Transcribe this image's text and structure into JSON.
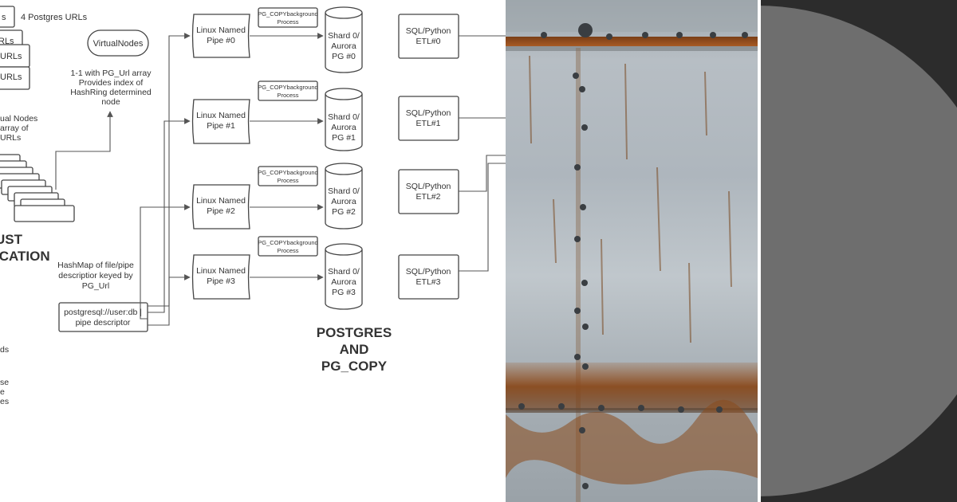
{
  "diagram": {
    "top_left": {
      "stub": "s",
      "urls_label": "4 Postgres URLs",
      "stack": [
        "RLs",
        "URLs",
        "URLs"
      ]
    },
    "virtual_nodes": {
      "label": "VirtualNodes",
      "note": [
        "1-1 with PG_Url array",
        "Provides index of",
        "HashRing determined",
        "node"
      ]
    },
    "vn_note": [
      "ual Nodes",
      "array of",
      "URLs"
    ],
    "app_title": [
      "UST",
      "ICATION"
    ],
    "hashmap_note": [
      "HashMap of file/pipe",
      "descriptior keyed by",
      "PG_Url"
    ],
    "pg_box": [
      "postgresql://user:db |",
      "pipe descriptor"
    ],
    "left_fragments": [
      "ds",
      "se",
      "e",
      "es"
    ],
    "copy_process": [
      "PG_COPYbackground",
      "Process"
    ],
    "pipes": [
      [
        "Linux Named",
        "Pipe #0"
      ],
      [
        "Linux Named",
        "Pipe #1"
      ],
      [
        "Linux Named",
        "Pipe #2"
      ],
      [
        "Linux Named",
        "Pipe #3"
      ]
    ],
    "shards": [
      [
        "Shard 0/",
        "Aurora",
        "PG #0"
      ],
      [
        "Shard 0/",
        "Aurora",
        "PG #1"
      ],
      [
        "Shard 0/",
        "Aurora",
        "PG #2"
      ],
      [
        "Shard 0/",
        "Aurora",
        "PG #3"
      ]
    ],
    "etl": [
      [
        "SQL/Python",
        "ETL#0"
      ],
      [
        "SQL/Python",
        "ETL#1"
      ],
      [
        "SQL/Python",
        "ETL#2"
      ],
      [
        "SQL/Python",
        "ETL#3"
      ]
    ],
    "postgres_title": [
      "POSTGRES",
      "AND",
      "PG_COPY"
    ]
  },
  "colors": {
    "line": "#555555",
    "text": "#333333",
    "rust": "#8a4a1c",
    "metal": "#aeb6bd",
    "disc": "#6e6e6e",
    "disc_bg": "#2c2c2c"
  },
  "panels": {
    "middle": "rusted metal photo",
    "right": "grey disc graphic"
  }
}
